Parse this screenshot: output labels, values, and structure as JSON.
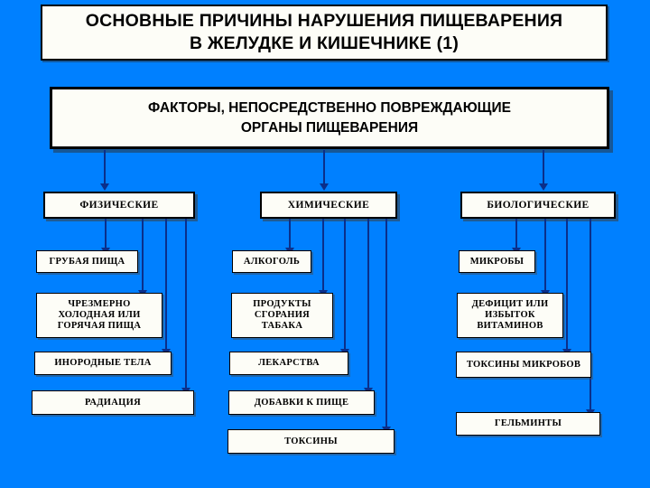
{
  "slide": {
    "background_color": "#0080ff",
    "box_fill_color": "#fdfdf7",
    "connector_color": "#0b2f8a",
    "title": {
      "line1": "ОСНОВНЫЕ ПРИЧИНЫ НАРУШЕНИЯ ПИЩЕВАРЕНИЯ",
      "line2": "В ЖЕЛУДКЕ И КИШЕЧНИКЕ (1)"
    },
    "root": {
      "line1": "ФАКТОРЫ, НЕПОСРЕДСТВЕННО ПОВРЕЖДАЮЩИЕ",
      "line2": "ОРГАНЫ  ПИЩЕВАРЕНИЯ"
    },
    "columns": [
      {
        "category": "ФИЗИЧЕСКИЕ",
        "items": [
          {
            "lines": [
              "ГРУБАЯ ПИЩА"
            ]
          },
          {
            "lines": [
              "ЧРЕЗМЕРНО",
              "ХОЛОДНАЯ ИЛИ",
              "ГОРЯЧАЯ ПИЩА"
            ]
          },
          {
            "lines": [
              "ИНОРОДНЫЕ ТЕЛА"
            ]
          },
          {
            "lines": [
              "РАДИАЦИЯ"
            ]
          }
        ]
      },
      {
        "category": "ХИМИЧЕСКИЕ",
        "items": [
          {
            "lines": [
              "АЛКОГОЛЬ"
            ]
          },
          {
            "lines": [
              "ПРОДУКТЫ",
              "СГОРАНИЯ",
              "ТАБАКА"
            ]
          },
          {
            "lines": [
              "ЛЕКАРСТВА"
            ]
          },
          {
            "lines": [
              "ДОБАВКИ К ПИЩЕ"
            ]
          },
          {
            "lines": [
              "ТОКСИНЫ"
            ]
          }
        ]
      },
      {
        "category": "БИОЛОГИЧЕСКИЕ",
        "items": [
          {
            "lines": [
              "МИКРОБЫ"
            ]
          },
          {
            "lines": [
              "ДЕФИЦИТ ИЛИ",
              "ИЗБЫТОК",
              "ВИТАМИНОВ"
            ]
          },
          {
            "lines": [
              "ТОКСИНЫ МИКРОБОВ"
            ]
          },
          {
            "lines": [
              "ГЕЛЬМИНТЫ"
            ]
          }
        ]
      }
    ]
  }
}
